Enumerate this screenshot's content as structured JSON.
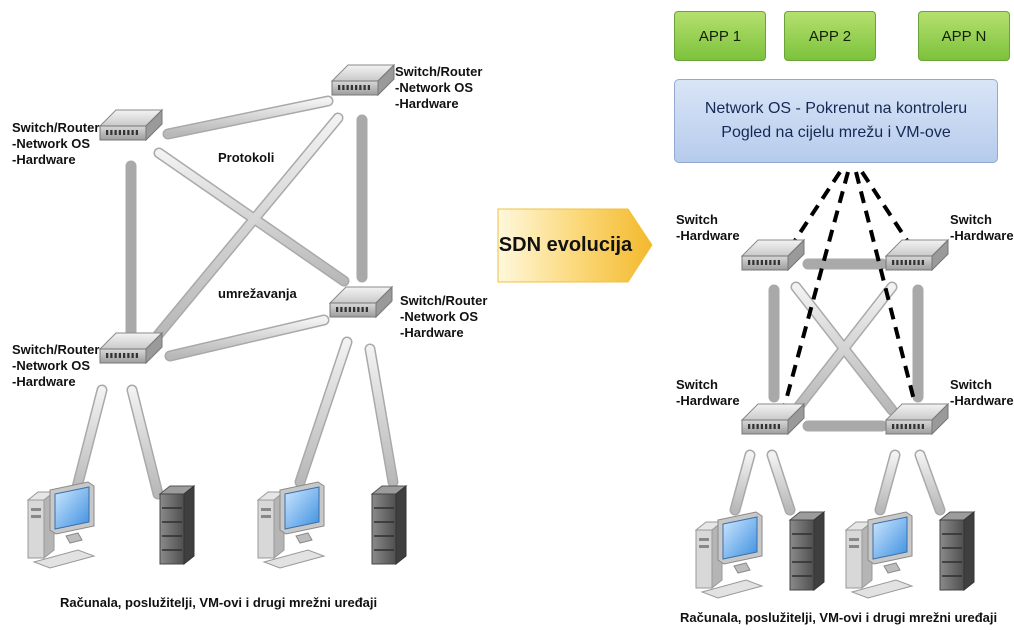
{
  "left": {
    "switch_top_left": [
      "Switch/Router",
      "-Network OS",
      "-Hardware"
    ],
    "switch_top_right": [
      "Switch/Router",
      "-Network OS",
      "-Hardware"
    ],
    "switch_mid_right": [
      "Switch/Router",
      "-Network OS",
      "-Hardware"
    ],
    "switch_bottom_left": [
      "Switch/Router",
      "-Network OS",
      "-Hardware"
    ],
    "protocol_label_1": "Protokoli",
    "protocol_label_2": "umrežavanja",
    "caption": "Računala, poslužitelji, VM-ovi i drugi mrežni uređaji"
  },
  "center": {
    "arrow_label": "SDN evolucija",
    "arrow_color": "#f6c84a"
  },
  "right": {
    "apps": [
      "APP 1",
      "APP 2",
      "APP N"
    ],
    "controller_line1": "Network OS - Pokrenut na kontroleru",
    "controller_line2": "Pogled na cijelu mrežu i VM-ove",
    "switch_top_left": [
      "Switch",
      "-Hardware"
    ],
    "switch_top_right": [
      "Switch",
      "-Hardware"
    ],
    "switch_bottom_left": [
      "Switch",
      "-Hardware"
    ],
    "switch_bottom_right": [
      "Switch",
      "-Hardware"
    ],
    "caption": "Računala, poslužitelji, VM-ovi i drugi mrežni uređaji"
  },
  "colors": {
    "app_green": "#7cc23c",
    "controller_blue": "#b6cbec",
    "link_gray": "#d6d6d6",
    "control_link": "#000000"
  },
  "icons": {
    "switch": "network-switch-icon",
    "computer": "desktop-computer-icon",
    "server": "server-tower-icon"
  }
}
